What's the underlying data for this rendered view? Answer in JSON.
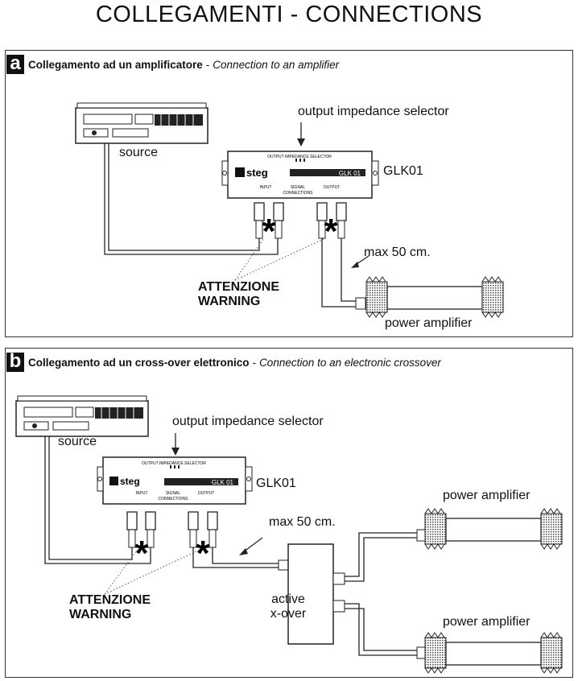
{
  "title": "COLLEGAMENTI - CONNECTIONS",
  "section_a": {
    "letter": "a",
    "title_it": "Collegamento ad un amplificatore",
    "separator": "-",
    "title_en": "Connection to an amplifier",
    "source_label": "source",
    "selector_label": "output impedance selector",
    "device_label": "GLK01",
    "distance_label": "max 50 cm.",
    "warning_it": "ATTENZIONE",
    "warning_en": "WARNING",
    "amp_label": "power amplifier"
  },
  "section_b": {
    "letter": "b",
    "title_it": "Collegamento ad un cross-over elettronico",
    "separator": "-",
    "title_en": "Connection to an electronic crossover",
    "source_label": "source",
    "selector_label": "output impedance selector",
    "device_label": "GLK01",
    "distance_label": "max 50 cm.",
    "warning_it": "ATTENZIONE",
    "warning_en": "WARNING",
    "xover_line1": "active",
    "xover_line2": "x-over",
    "amp1_label": "power amplifier",
    "amp2_label": "power amplifier"
  },
  "device_texts": {
    "brand": "steg",
    "model": "GLK 01",
    "selector_text": "OUTPUT IMPEDANCE SELECTOR",
    "input": "INPUT",
    "signal": "SIGNAL",
    "connections": "CONNECTIONS",
    "output": "OUTPUT"
  }
}
